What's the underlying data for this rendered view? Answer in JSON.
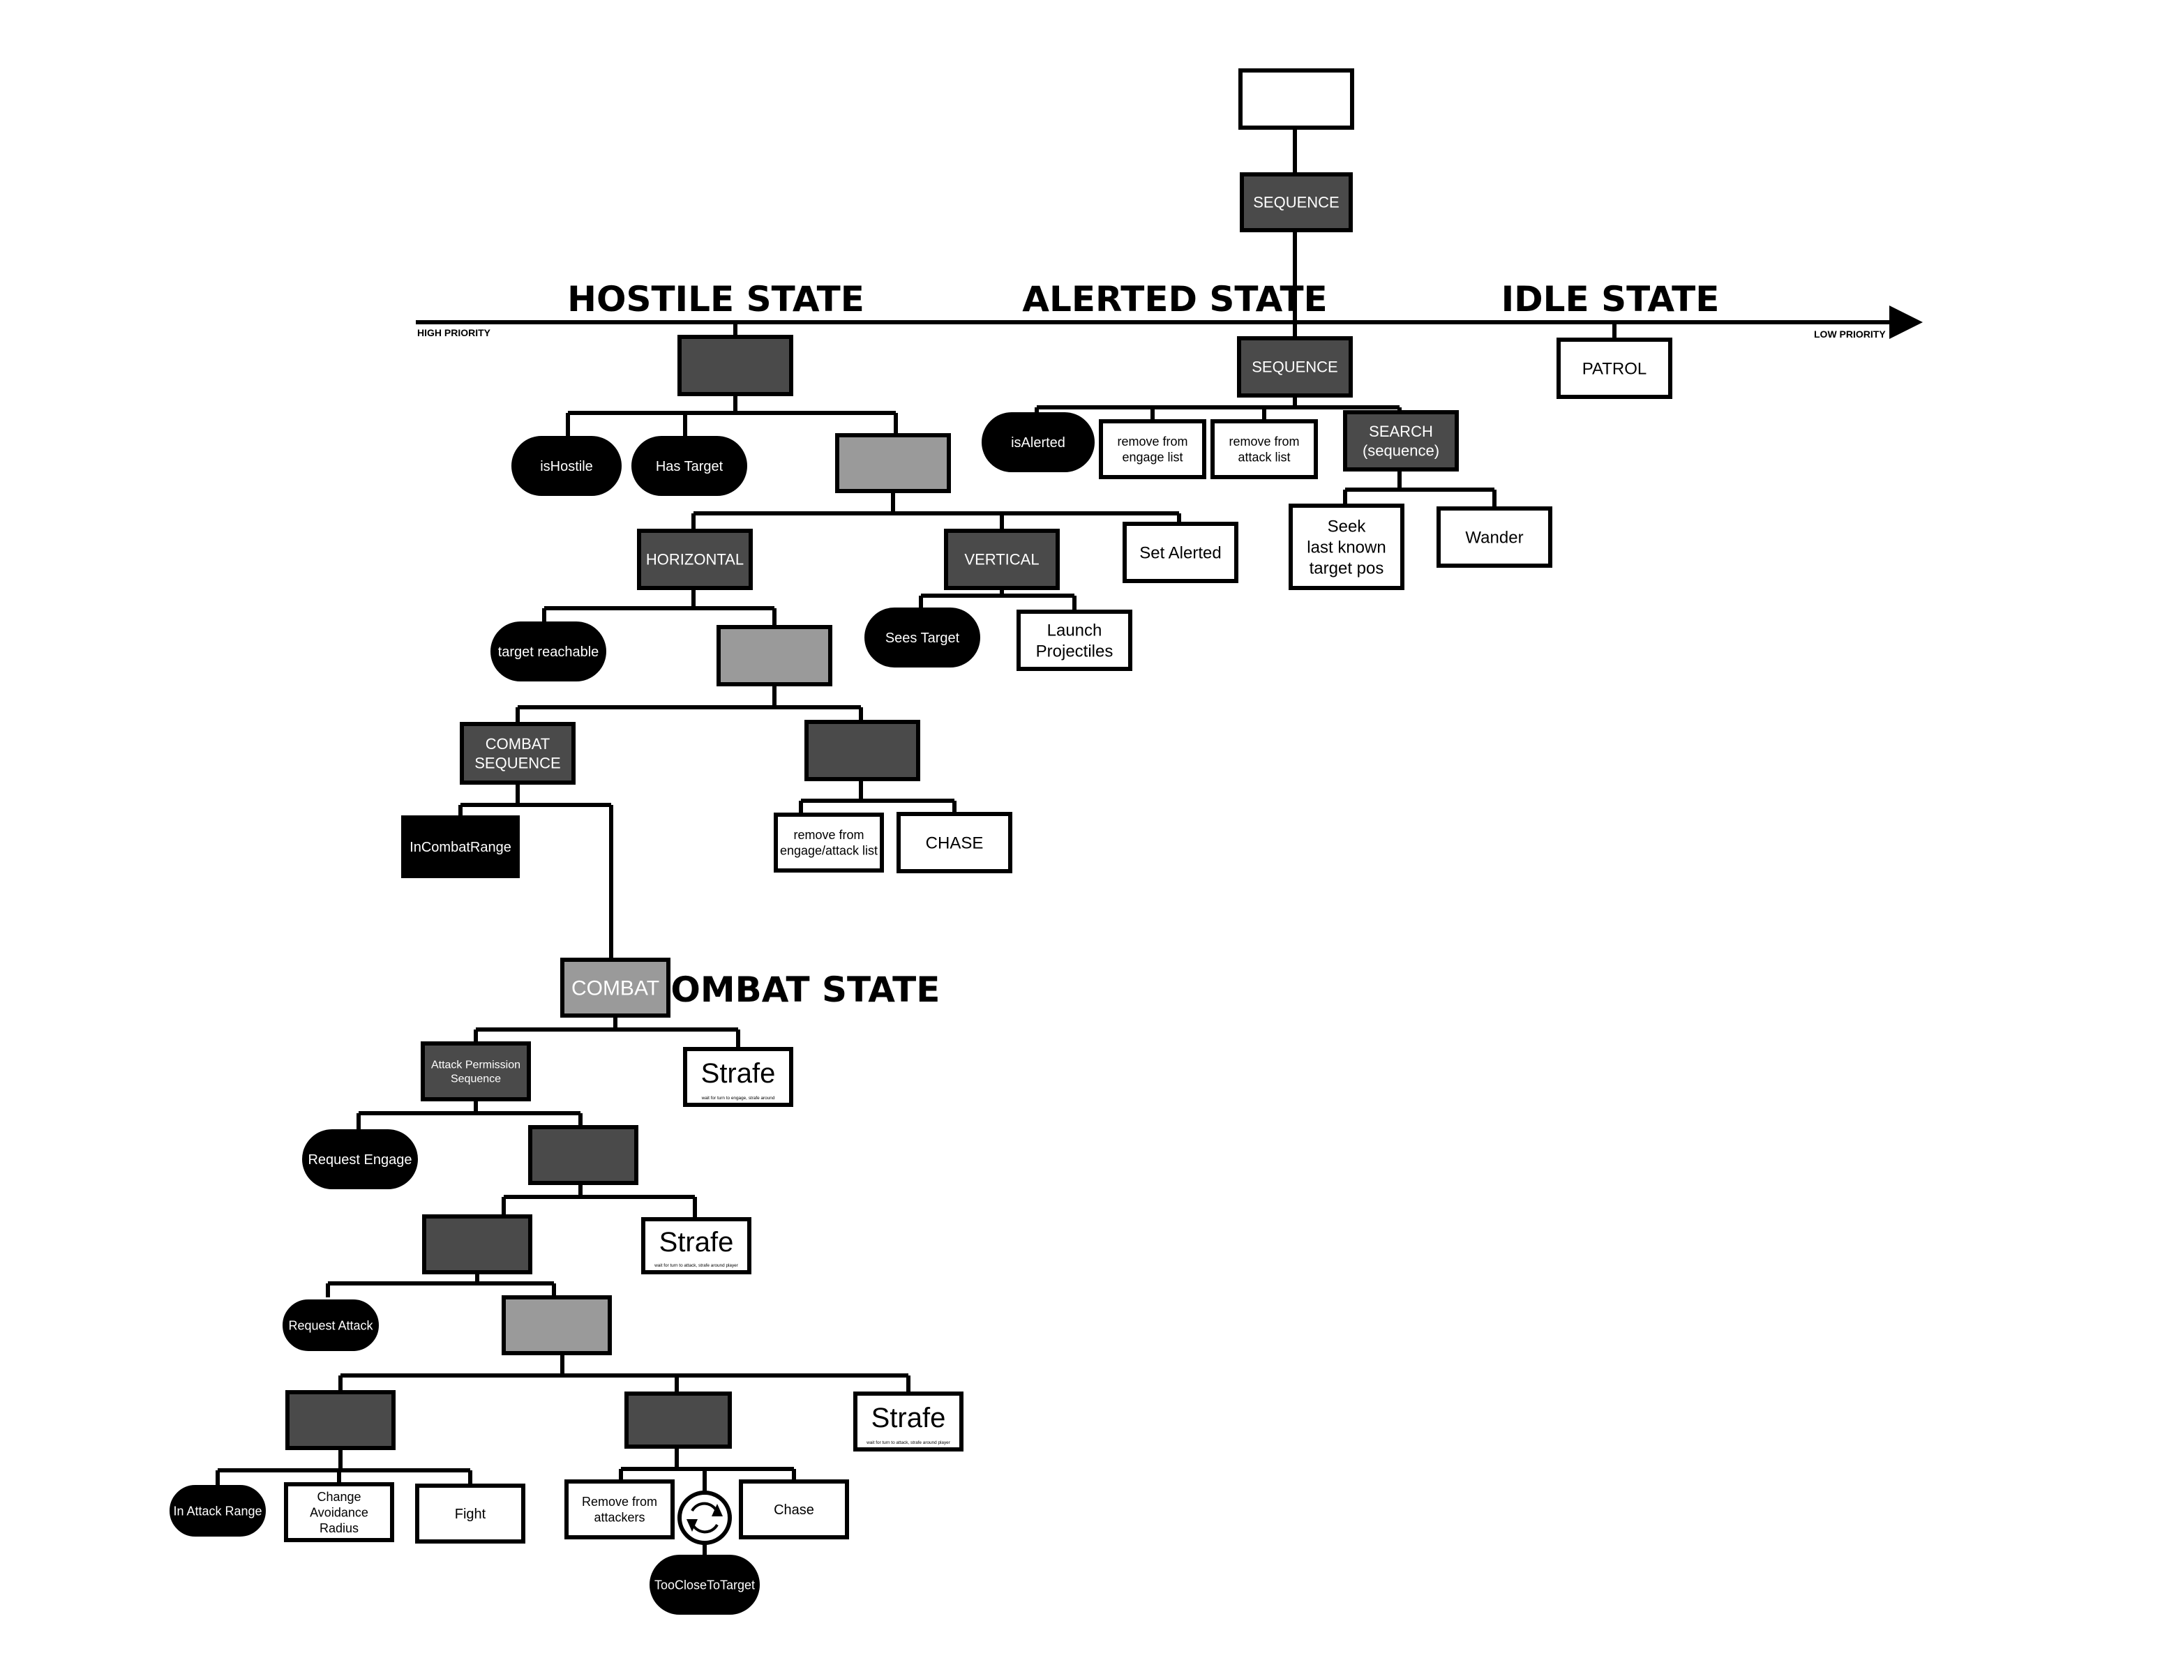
{
  "axis": {
    "high_priority": "HIGH PRIORITY",
    "low_priority": "LOW PRIORITY"
  },
  "headings": {
    "hostile": "HOSTILE STATE",
    "alerted": "ALERTED STATE",
    "idle": "IDLE STATE",
    "combat": "COMBAT STATE"
  },
  "nodes": {
    "root": "",
    "root_sequence": "SEQUENCE",
    "hostile_selector": "",
    "is_hostile": "isHostile",
    "has_target": "Has Target",
    "direction_selector": "",
    "horizontal": "HORIZONTAL",
    "vertical": "VERTICAL",
    "set_alerted": "Set Alerted",
    "target_reachable": "target reachable",
    "reach_selector": "",
    "sees_target": "Sees Target",
    "launch_projectiles": "Launch\nProjectiles",
    "combat_sequence": "COMBAT\nSEQUENCE",
    "chase_sequence": "",
    "in_combat_range": "InCombatRange",
    "remove_engage_attack": "remove from\nengage/attack list",
    "chase": "CHASE",
    "combat": "COMBAT",
    "alerted_sequence": "SEQUENCE",
    "is_alerted": "isAlerted",
    "remove_engage_list": "remove from\nengage list",
    "remove_attack_list": "remove from\nattack list",
    "search": "SEARCH\n(sequence)",
    "seek": "Seek\nlast known\ntarget pos",
    "wander": "Wander",
    "patrol": "PATROL",
    "attack_permission": "Attack Permission\nSequence",
    "strafe_1": "Strafe",
    "strafe_1_note": "wait for turn to engage, strafe around",
    "request_engage": "Request Engage",
    "engage_selector": "",
    "attack_sequence": "",
    "strafe_2": "Strafe",
    "strafe_2_note": "wait for turn to attack, strafe around player",
    "request_attack": "Request Attack",
    "attack_selector": "",
    "fight_sequence": "",
    "retreat_sequence": "",
    "strafe_3": "Strafe",
    "strafe_3_note": "wait for turn to attack, strafe around player",
    "in_attack_range": "In Attack Range",
    "change_avoidance": "Change\nAvoidance\nRadius",
    "fight": "Fight",
    "remove_attackers": "Remove from\nattackers",
    "repeat_icon": "repeat",
    "chase_2": "Chase",
    "too_close": "TooCloseToTarget"
  }
}
